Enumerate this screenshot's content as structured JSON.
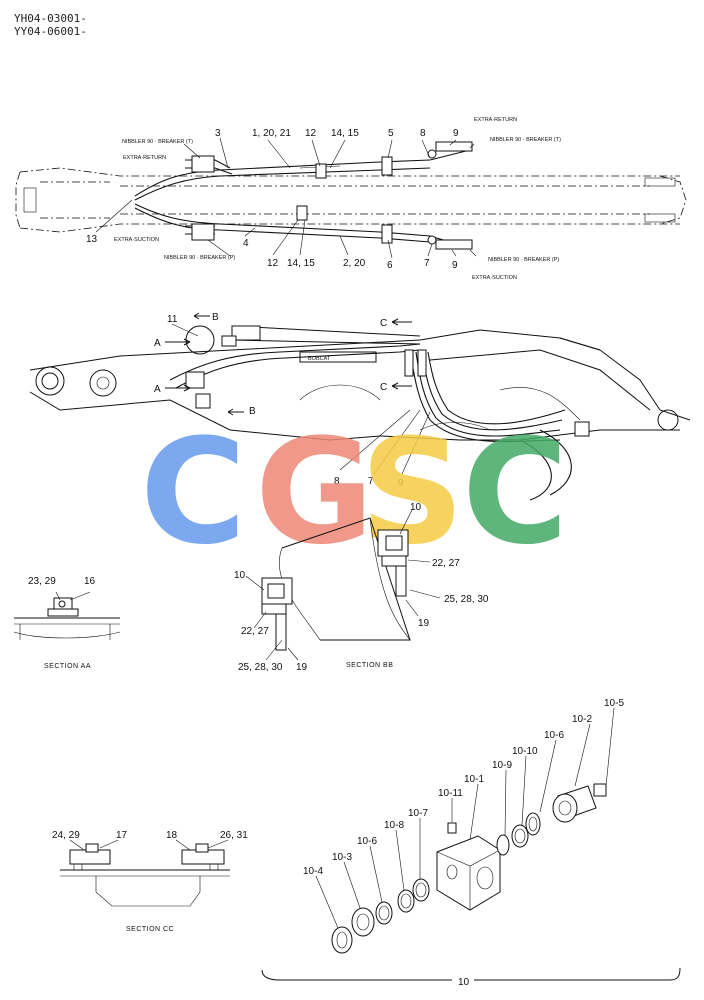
{
  "header": {
    "serial_line_1": "YH04-03001-",
    "serial_line_2": "YY04-06001-"
  },
  "top_view": {
    "notes": {
      "nb_top_left": "NIBBLER 90 · BREAKER (T)",
      "er_top_left": "EXTRA·RETURN",
      "es_left": "EXTRA·SUCTION",
      "nb_bottom_left": "NIBBLER 90 · BREAKER (P)",
      "er_top_right": "EXTRA·RETURN",
      "nb_top_right": "NIBBLER 90 · BREAKER (T)",
      "nb_bottom_right": "NIBBLER 90 · BREAKER (P)",
      "es_right": "EXTRA·SUCTION"
    },
    "callouts": {
      "c3": "3",
      "c1_20_21": "1, 20, 21",
      "c12_top": "12",
      "c14_15_top": "14, 15",
      "c5": "5",
      "c8": "8",
      "c9_top": "9",
      "c13": "13",
      "c4": "4",
      "c12_bottom": "12",
      "c14_15_bottom": "14, 15",
      "c2_20": "2, 20",
      "c6": "6",
      "c7": "7",
      "c9_bottom": "9"
    }
  },
  "side_view": {
    "callouts": {
      "c11": "11",
      "b_top": "B",
      "a_top": "A",
      "a_bottom": "A",
      "b_bottom": "B",
      "c_top": "C",
      "c_bottom": "C",
      "c8": "8",
      "c7": "7",
      "c9": "9"
    },
    "boom_decal": "BOBCAT"
  },
  "section_aa": {
    "title": "SECTION AA",
    "c23_29": "23, 29",
    "c16": "16"
  },
  "section_bb": {
    "title": "SECTION BB",
    "c10_right": "10",
    "c22_27_right": "22, 27",
    "c25_28_30_right": "25, 28, 30",
    "c19_right": "19",
    "c10_left": "10",
    "c22_27_left": "22, 27",
    "c25_28_30_left": "25, 28, 30",
    "c19_left": "19"
  },
  "section_cc": {
    "title": "SECTION CC",
    "c24_29": "24, 29",
    "c17": "17",
    "c18": "18",
    "c26_31": "26, 31"
  },
  "exploded": {
    "callouts": {
      "c10_5": "10-5",
      "c10_2": "10-2",
      "c10_6a": "10-6",
      "c10_10": "10-10",
      "c10_9": "10-9",
      "c10_1": "10-1",
      "c10_11": "10-11",
      "c10_7": "10-7",
      "c10_8": "10-8",
      "c10_6b": "10-6",
      "c10_3": "10-3",
      "c10_4": "10-4"
    },
    "group_label": "10"
  },
  "watermark": {
    "letters": [
      "C",
      "G",
      "S",
      "C"
    ],
    "colors": [
      "#6699ee",
      "#ee8877",
      "#f5cc44",
      "#44aa66"
    ]
  }
}
